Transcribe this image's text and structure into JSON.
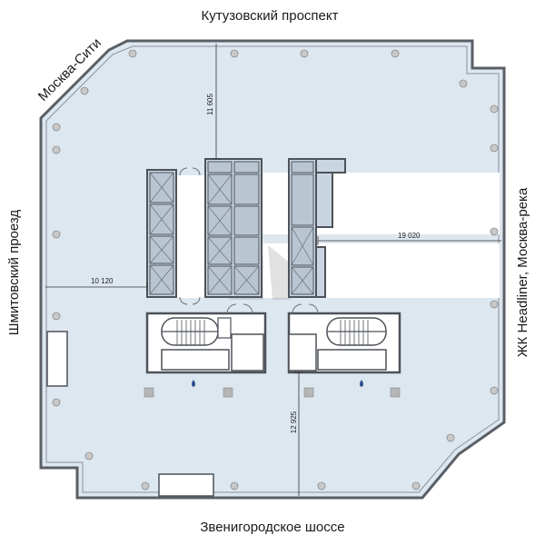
{
  "streets": {
    "top": "Кутузовский проспект",
    "topleft": "Москва-Сити",
    "left": "Шмитовский проезд",
    "right": "ЖК Headliner, Москва-река",
    "bottom": "Звенигородское шоссе"
  },
  "dimensions": {
    "top": "11 605",
    "left": "10 120",
    "right": "19 020",
    "bottom": "12 925"
  },
  "colors": {
    "floor": "#dde7f0",
    "core": "#c9d6e2",
    "wall": "#5a5f66",
    "drop": "#2a4f8f"
  }
}
